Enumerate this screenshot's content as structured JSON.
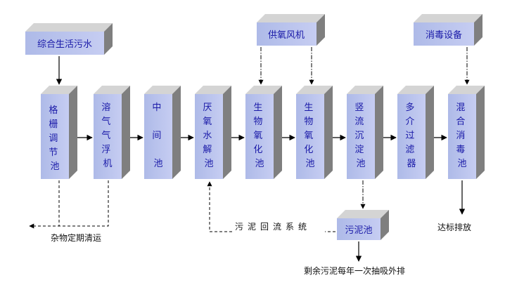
{
  "boxes": {
    "wastewater": "综合生活污水",
    "blower": "供氧风机",
    "disinfect_equipment": "消毒设备",
    "sludge_tank": "污泥池"
  },
  "units": {
    "grid": [
      "格",
      "栅",
      "调",
      "节",
      "池"
    ],
    "flotation": [
      "溶",
      "气",
      "气",
      "浮",
      "机"
    ],
    "intermediate": [
      "中",
      "间",
      "",
      "池"
    ],
    "anaerobic": [
      "厌",
      "氧",
      "水",
      "解",
      "池"
    ],
    "bio1": [
      "生",
      "物",
      "氧",
      "化",
      "池"
    ],
    "bio2": [
      "生",
      "物",
      "氧",
      "化",
      "池"
    ],
    "sedimentation": [
      "竖",
      "流",
      "沉",
      "淀",
      "池"
    ],
    "multi_filter": [
      "多",
      "介",
      "过",
      "滤",
      "器"
    ],
    "mix_disinfect": [
      "混",
      "合",
      "消",
      "毒",
      "池"
    ]
  },
  "labels": {
    "debris": "杂物定期清运",
    "sludge_return": "污泥回流系统",
    "discharge": "达标排放",
    "sludge_out": "剩余污泥每年一次抽吸外排"
  }
}
